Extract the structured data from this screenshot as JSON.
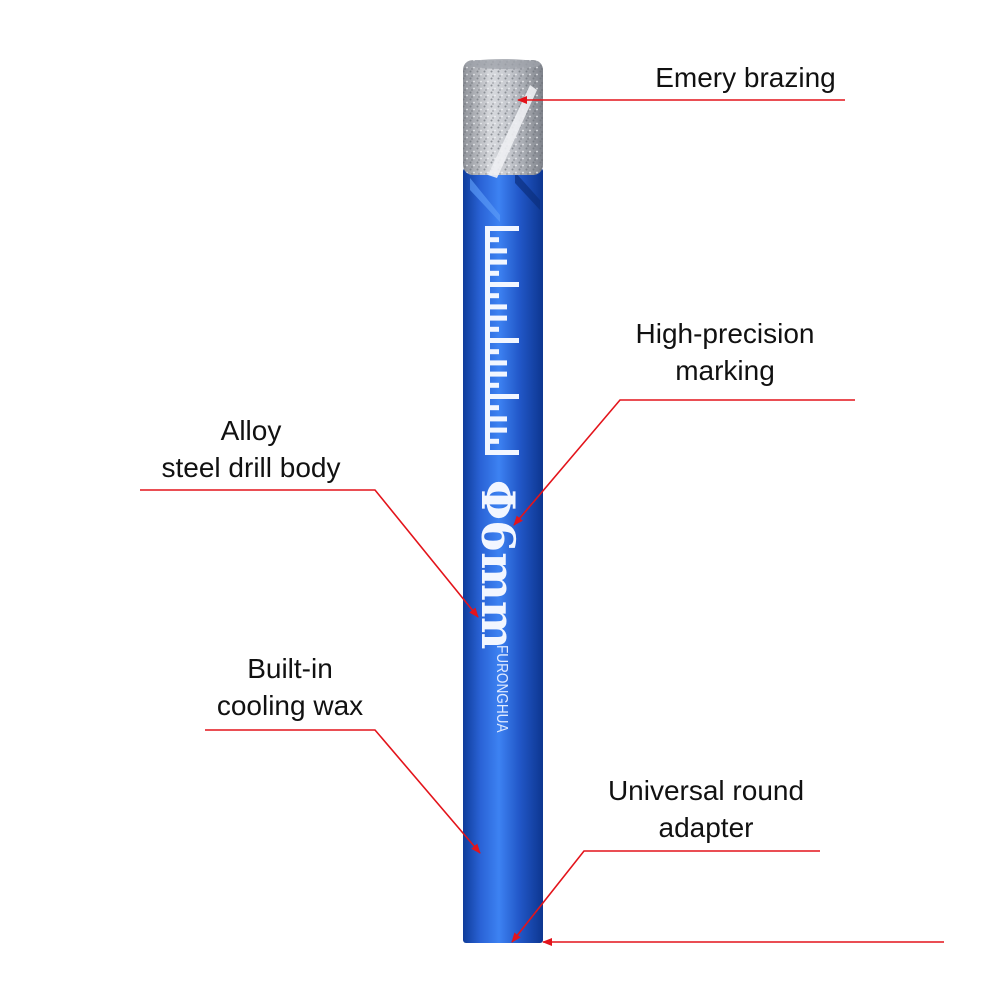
{
  "title": "",
  "colors": {
    "callout": "#e3141b",
    "body_blue": "#1f57c8",
    "body_blue_light": "#3a7bf0",
    "body_blue_dark": "#0f3c9a",
    "head_silver": "#b9bcc2",
    "text": "#111111"
  },
  "product": {
    "diameter_marking": "Φ6mm",
    "brand_marking": "FURONGHUA",
    "scale_marking": "graduated-scale-marks"
  },
  "callouts": [
    {
      "id": "emery",
      "lines": [
        "Emery brazing"
      ]
    },
    {
      "id": "marking",
      "lines": [
        "High-precision",
        "marking"
      ]
    },
    {
      "id": "alloy",
      "lines": [
        "Alloy",
        "steel drill body"
      ]
    },
    {
      "id": "wax",
      "lines": [
        "Built-in",
        "cooling wax"
      ]
    },
    {
      "id": "adapter",
      "lines": [
        "Universal round",
        "adapter"
      ]
    }
  ]
}
